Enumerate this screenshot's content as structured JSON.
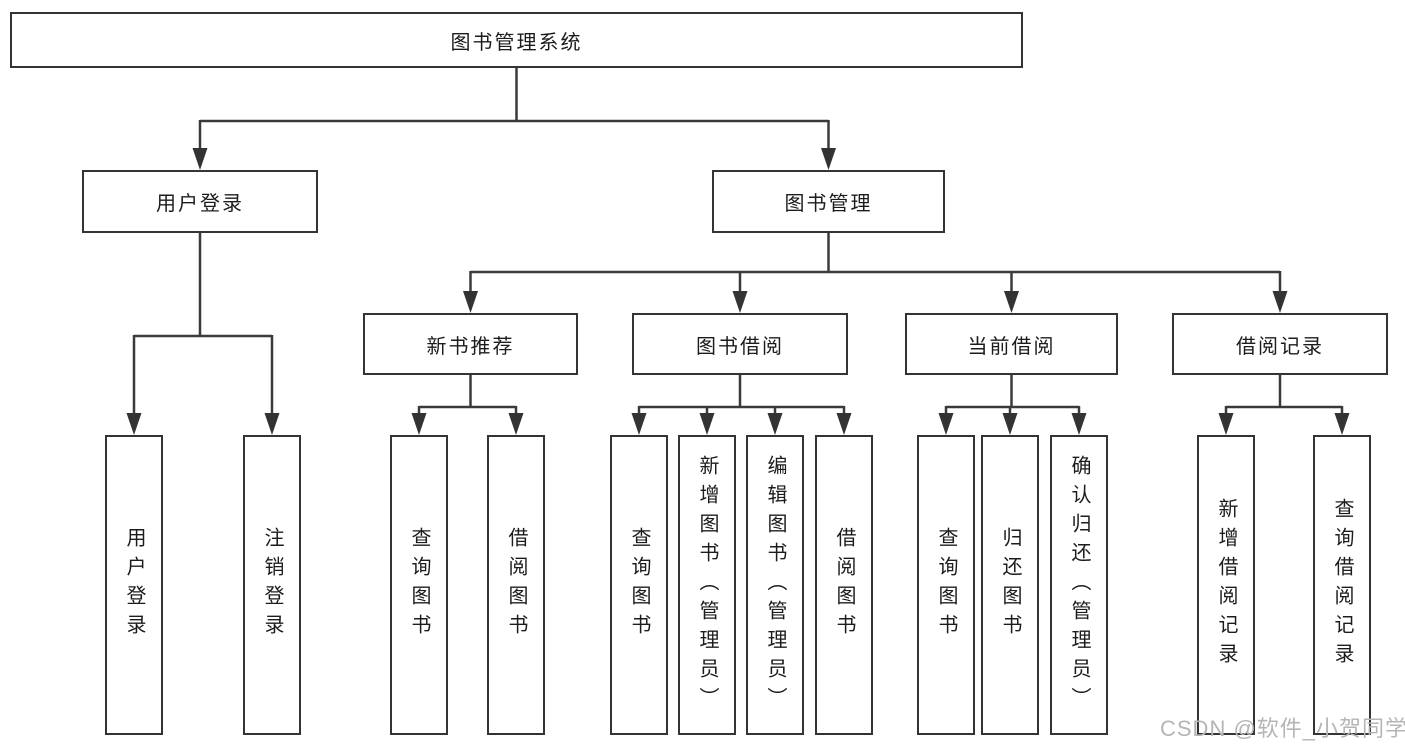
{
  "colors": {
    "line": "#3a3a3a",
    "border": "#343434",
    "text": "#1c1c1c",
    "watermark": "#b5b5b5",
    "background": "#ffffff"
  },
  "tree": {
    "root": {
      "label": "图书管理系统"
    },
    "children": [
      {
        "label": "用户登录",
        "leaves": [
          "用户登录",
          "注销登录"
        ]
      },
      {
        "label": "图书管理",
        "children": [
          {
            "label": "新书推荐",
            "leaves": [
              "查询图书",
              "借阅图书"
            ]
          },
          {
            "label": "图书借阅",
            "leaves": [
              "查询图书",
              "新增图书（管理员）",
              "编辑图书（管理员）",
              "借阅图书"
            ]
          },
          {
            "label": "当前借阅",
            "leaves": [
              "查询图书",
              "归还图书",
              "确认归还（管理员）"
            ]
          },
          {
            "label": "借阅记录",
            "leaves": [
              "新增借阅记录",
              "查询借阅记录"
            ]
          }
        ]
      }
    ]
  },
  "watermark": {
    "text": "CSDN @软件_小贺同学"
  }
}
